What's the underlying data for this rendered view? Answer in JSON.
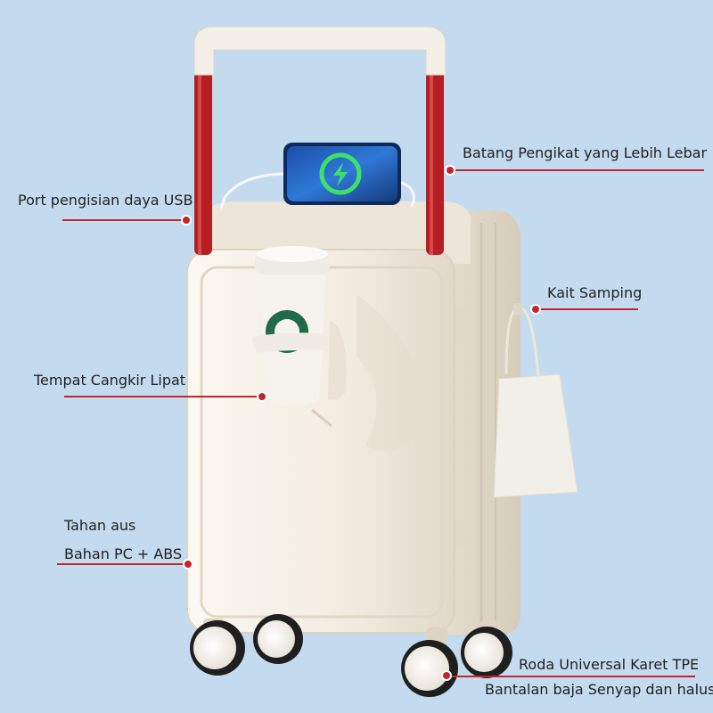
{
  "colors": {
    "background": "#c4dbef",
    "accent": "#c0262b",
    "suitcase": "#f3ede2",
    "handle": "#b51f24",
    "phone": "#1e5bb8",
    "charge_icon": "#3ee06a"
  },
  "icons": [
    "charging-bolt-icon"
  ],
  "callouts": {
    "usb_port": "Port pengisian daya USB",
    "wide_handle": "Batang Pengikat yang Lebih Lebar",
    "side_hook": "Kait Samping",
    "cup_holder": "Tempat Cangkir Lipat",
    "durable": "Tahan aus",
    "material": "Bahan PC + ABS",
    "wheels": "Roda Universal Karet TPE",
    "bearing": "Bantalan baja Senyap dan halus"
  }
}
